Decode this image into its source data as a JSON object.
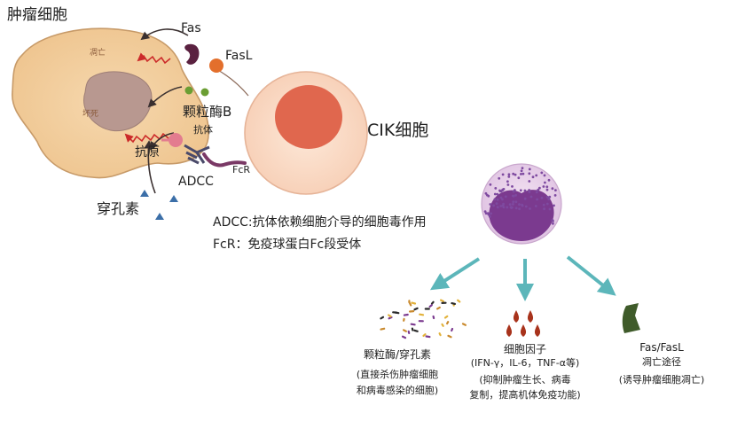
{
  "labels": {
    "tumor_cell": "肿瘤细胞",
    "fas": "Fas",
    "fasl": "FasL",
    "apoptosis": "凋亡",
    "necrosis": "坏死",
    "granzyme_b": "颗粒酶B",
    "antibody": "抗体",
    "antigen": "抗原",
    "adcc": "ADCC",
    "fcr": "FcR",
    "cik_cell": "CIK细胞",
    "perforin": "穿孔素"
  },
  "notes": {
    "adcc_def": "ADCC:抗体依赖细胞介导的细胞毒作用",
    "fcr_def": "FcR：免疫球蛋白Fc段受体"
  },
  "mechanisms": [
    {
      "title": "颗粒酶/穿孔素",
      "line2": "(直接杀伤肿瘤细胞",
      "line3": "和病毒感染的细胞)"
    },
    {
      "title": "细胞因子",
      "line2": "(IFN-γ，IL-6，TNF-α等)",
      "line3": "(抑制肿瘤生长、病毒",
      "line4": "复制，提高机体免疫功能)"
    },
    {
      "title": "Fas/FasL",
      "line2": "凋亡途径",
      "line3": "(诱导肿瘤细胞凋亡)"
    }
  ],
  "colors": {
    "tumor": "#f2cd9c",
    "tumor_edge": "#c79a68",
    "nucleus": "#b89890",
    "cik_outer": "#fbe2d2",
    "cik_nucleus": "#e0674e",
    "fas": "#5a2140",
    "fasl": "#e36f2c",
    "granule": "#6b9e33",
    "antigen": "#e37c8f",
    "antibody": "#4a4a6a",
    "fcr": "#7a3966",
    "arrow_red": "#cc2a2a",
    "teal": "#5cb6ba",
    "perforin": "#3c6fa8",
    "lymph": "#7b3a8f",
    "dots": "#7e4aa0"
  }
}
